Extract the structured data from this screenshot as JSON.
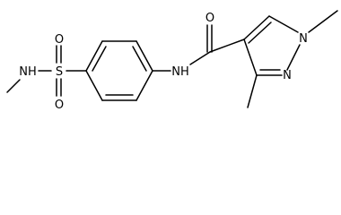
{
  "molecule": {
    "atoms": {
      "sulfonyl_o_top": "O",
      "sulfonyl_o_bottom": "O",
      "sulfur": "S",
      "sulfonamide_n": "NH",
      "amide_o": "O",
      "amide_n": "NH",
      "pyrazole_n1": "N",
      "pyrazole_n2": "N"
    }
  }
}
